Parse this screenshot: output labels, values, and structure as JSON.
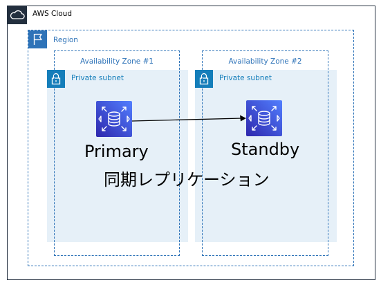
{
  "cloud": {
    "label": "AWS Cloud",
    "icon": "cloud-icon",
    "color": "#232f3e"
  },
  "region": {
    "label": "Region",
    "icon": "flag-icon",
    "color": "#2e73b8"
  },
  "zones": [
    {
      "label": "Availability Zone #1",
      "subnet_label": "Private subnet",
      "subnet_icon": "lock-icon"
    },
    {
      "label": "Availability Zone #2",
      "subnet_label": "Private subnet",
      "subnet_icon": "lock-icon"
    }
  ],
  "nodes": {
    "primary": {
      "label": "Primary",
      "icon": "rds-database-icon"
    },
    "standby": {
      "label": "Standby",
      "icon": "rds-database-icon"
    }
  },
  "connection": {
    "from": "primary",
    "to": "standby"
  },
  "caption": "同期レプリケーション",
  "colors": {
    "subnet_fill": "#e6f0f8",
    "subnet_accent": "#147eba",
    "rds_gradient_start": "#2e27ad",
    "rds_gradient_end": "#527fff"
  }
}
